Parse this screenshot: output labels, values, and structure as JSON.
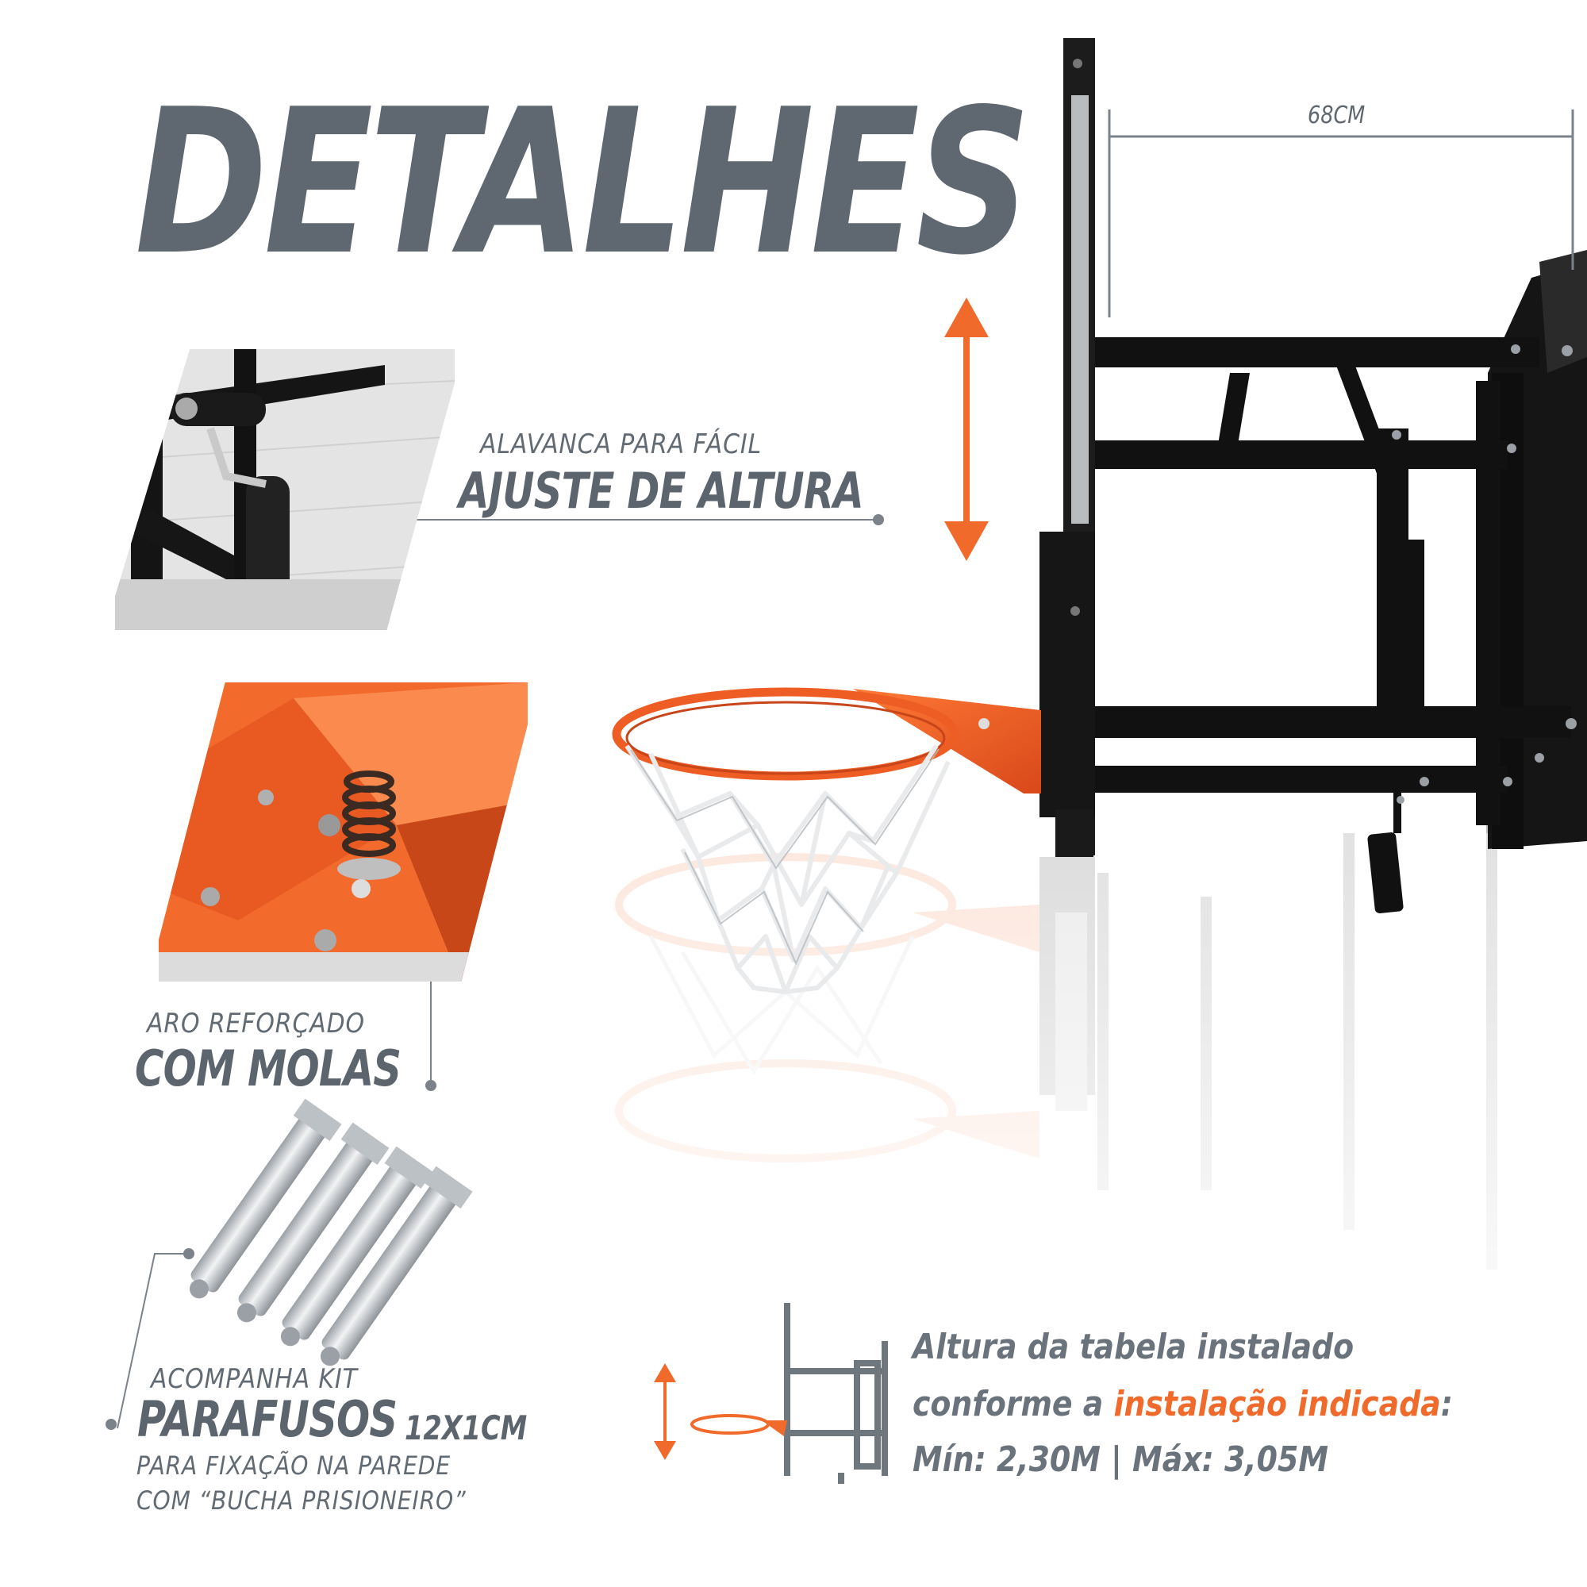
{
  "title": "DETALHES",
  "colors": {
    "accent": "#ef6a2b",
    "text": "#5f6870",
    "frame": "#111111",
    "board": "#b9bcbe"
  },
  "lever": {
    "line1": "ALAVANCA PARA FÁCIL",
    "line2": "AJUSTE DE ALTURA"
  },
  "rim": {
    "line1": "ARO REFORÇADO",
    "line2": "COM MOLAS"
  },
  "screws": {
    "line1": "ACOMPANHA KIT",
    "line2_main": "PARAFUSOS",
    "line2_size": "12X1CM",
    "line3": "PARA FIXAÇÃO NA PAREDE",
    "line4": "COM “BUCHA PRISIONEIRO”"
  },
  "dimension": {
    "width_label": "68CM"
  },
  "install": {
    "line1": "Altura da tabela instalado",
    "line2_prefix": "conforme a ",
    "line2_accent": "instalação indicada",
    "line2_suffix": ":",
    "line3": "Mín: 2,30M | Máx: 3,05M"
  }
}
